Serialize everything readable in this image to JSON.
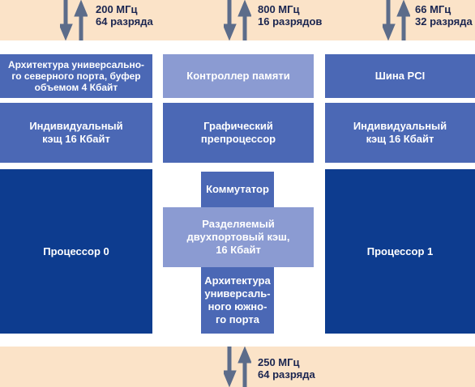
{
  "bus_labels": {
    "top_left": "200 МГц\n64 разряда",
    "top_center": "800 МГц\n16 разрядов",
    "top_right": "66 МГц\n32 разряда",
    "bottom_center": "250 МГц\n64 разряда"
  },
  "blocks": {
    "north_port": "Архитектура универсально-\nго северного порта, буфер\nобъемом 4 Кбайт",
    "memory_controller": "Контроллер памяти",
    "pci_bus": "Шина PCI",
    "cache_left": "Индивидуальный\nкэщ 16 Кбайт",
    "graphics_preprocessor": "Графический\nпрепроцессор",
    "cache_right": "Индивидуальный\nкэщ 16 Кбайт",
    "processor_0": "Процессор 0",
    "switch": "Коммутатор",
    "shared_cache": "Разделяемый\nдвухпортовый кэш,\n16 Кбайт",
    "processor_1": "Процессор 1",
    "south_port": "Архитектура\nуниверсаль-\nного южно-\nго порта"
  },
  "colors": {
    "band": "#fbe3c8",
    "light_block": "#8b9bd2",
    "mid_block": "#4b68b5",
    "dark_block": "#0d3c8f",
    "arrow": "#5c6c8a"
  }
}
